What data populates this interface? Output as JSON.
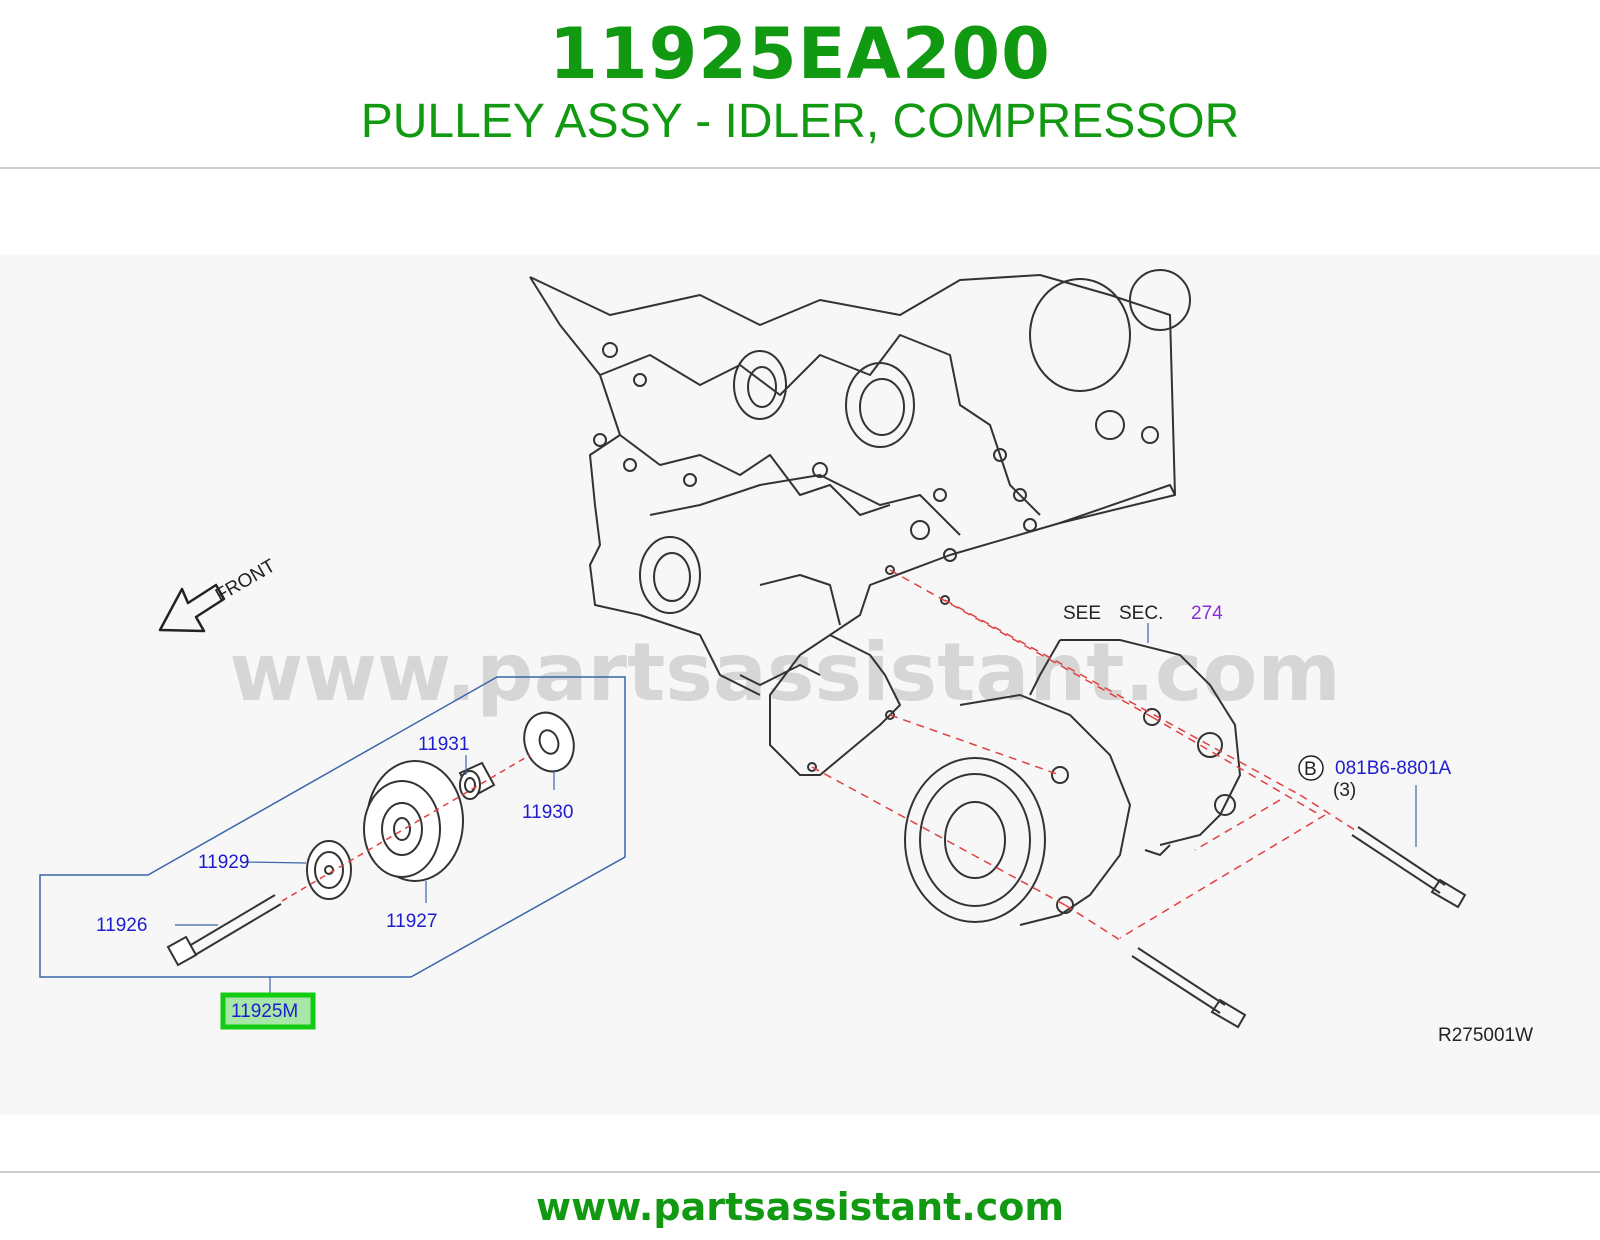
{
  "header": {
    "part_number": "11925EA200",
    "part_name": "PULLEY ASSY - IDLER, COMPRESSOR"
  },
  "diagram": {
    "watermark": "www.partsassistant.com",
    "front_label": "FRONT",
    "callouts": {
      "c11931": "11931",
      "c11930": "11930",
      "c11929": "11929",
      "c11927": "11927",
      "c11926": "11926",
      "c11925m": "11925M"
    },
    "see_sec": {
      "see": "SEE",
      "sec": "SEC.",
      "number": "274"
    },
    "bolt_ref": {
      "circle_letter": "B",
      "part": "081B6-8801A",
      "qty": "(3)"
    },
    "figure_code": "R275001W",
    "colors": {
      "callout_blue": "#1d1dd0",
      "highlight_green": "#11cc11",
      "brand_green": "#119a11",
      "sec_purple": "#8a2fd6"
    }
  },
  "footer": {
    "url": "www.partsassistant.com"
  }
}
